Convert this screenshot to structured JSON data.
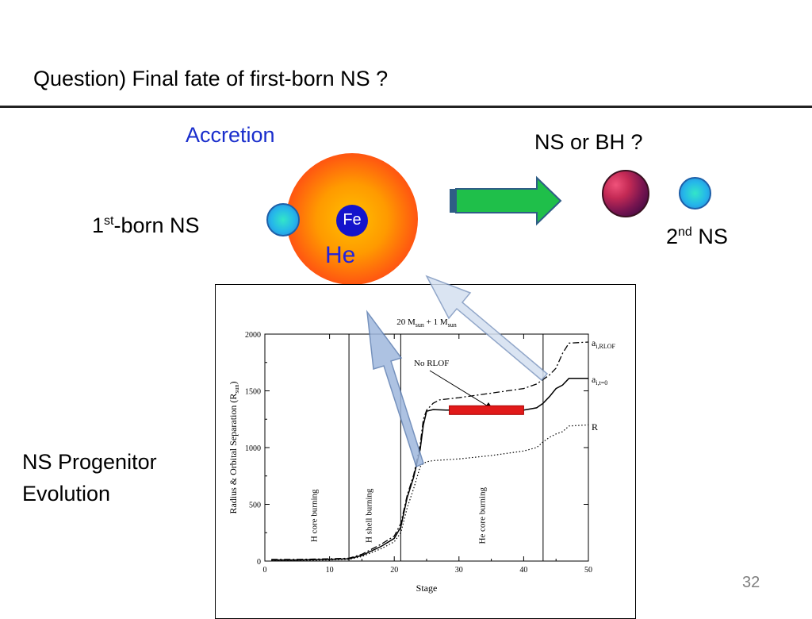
{
  "slide": {
    "title": "Question) Final fate of first-born NS ?",
    "page_number": "32"
  },
  "diagram": {
    "accretion_label": "Accretion",
    "outcome_label": "NS or BH ?",
    "first_ns": {
      "base": "1",
      "sup": "st",
      "rest": "-born NS"
    },
    "second_ns": {
      "base": "2",
      "sup": "nd",
      "rest": " NS"
    },
    "core_label": "Fe",
    "shell_label": "He",
    "progenitor_label_line1": "NS Progenitor",
    "progenitor_label_line2": "Evolution",
    "colors": {
      "accretion_text": "#1a2ecc",
      "arrow_fill": "#1fbf4a",
      "star_outer": "#ff2a1a",
      "star_inner": "#ffc000",
      "core": "#1414cc",
      "callout_arrow": "#a8bfe0",
      "rlof_bar": "#e11a1a"
    }
  },
  "chart_data": {
    "type": "line",
    "title": "20 M_sun + 1 M_sun",
    "xlabel": "Stage",
    "ylabel": "Radius & Orbital Separation (R_sun)",
    "xlim": [
      0,
      50
    ],
    "ylim": [
      0,
      2000
    ],
    "xticks": [
      "0",
      "10",
      "20",
      "30",
      "40",
      "50"
    ],
    "yticks": [
      "0",
      "500",
      "1000",
      "1500",
      "2000"
    ],
    "grid": false,
    "phase_boundaries": [
      13,
      21,
      43
    ],
    "phase_labels": [
      "H core burning",
      "H shell burning",
      "He core burning"
    ],
    "annotation": "No RLOF",
    "series": [
      {
        "name": "a_i,RLOF",
        "style": "dash-dot",
        "x": [
          1,
          5,
          10,
          13,
          15,
          18,
          20,
          21,
          22,
          23,
          24,
          24.5,
          25,
          26,
          27,
          30,
          35,
          40,
          42,
          43,
          44,
          45,
          46,
          47,
          50
        ],
        "y": [
          15,
          15,
          20,
          25,
          60,
          150,
          220,
          330,
          580,
          760,
          1020,
          1250,
          1330,
          1390,
          1420,
          1440,
          1480,
          1520,
          1560,
          1600,
          1640,
          1700,
          1830,
          1920,
          1930
        ]
      },
      {
        "name": "a_i,t=0",
        "style": "solid",
        "x": [
          1,
          5,
          10,
          13,
          15,
          18,
          20,
          21,
          22,
          23,
          24,
          24.5,
          25,
          26,
          28,
          30,
          35,
          40,
          42,
          43,
          44,
          45,
          46,
          47,
          50
        ],
        "y": [
          10,
          10,
          15,
          20,
          50,
          130,
          200,
          300,
          560,
          740,
          980,
          1200,
          1320,
          1335,
          1330,
          1330,
          1325,
          1330,
          1350,
          1390,
          1450,
          1520,
          1550,
          1610,
          1610
        ]
      },
      {
        "name": "R",
        "style": "dotted",
        "x": [
          1,
          5,
          10,
          13,
          15,
          18,
          20,
          21,
          22,
          23,
          24,
          24.5,
          25,
          26,
          30,
          35,
          40,
          42,
          43,
          44,
          45,
          46,
          47,
          50
        ],
        "y": [
          5,
          5,
          10,
          15,
          40,
          110,
          170,
          250,
          470,
          640,
          830,
          860,
          875,
          885,
          900,
          930,
          970,
          1000,
          1050,
          1090,
          1120,
          1140,
          1190,
          1200
        ]
      }
    ],
    "series_labels": [
      {
        "base": "a",
        "sub": "i,RLOF"
      },
      {
        "base": "a",
        "sub": "i,t=0"
      },
      {
        "base": "R",
        "sub": ""
      }
    ],
    "rlof_bar": {
      "x0": 28.5,
      "x1": 40,
      "y": 1330
    }
  }
}
